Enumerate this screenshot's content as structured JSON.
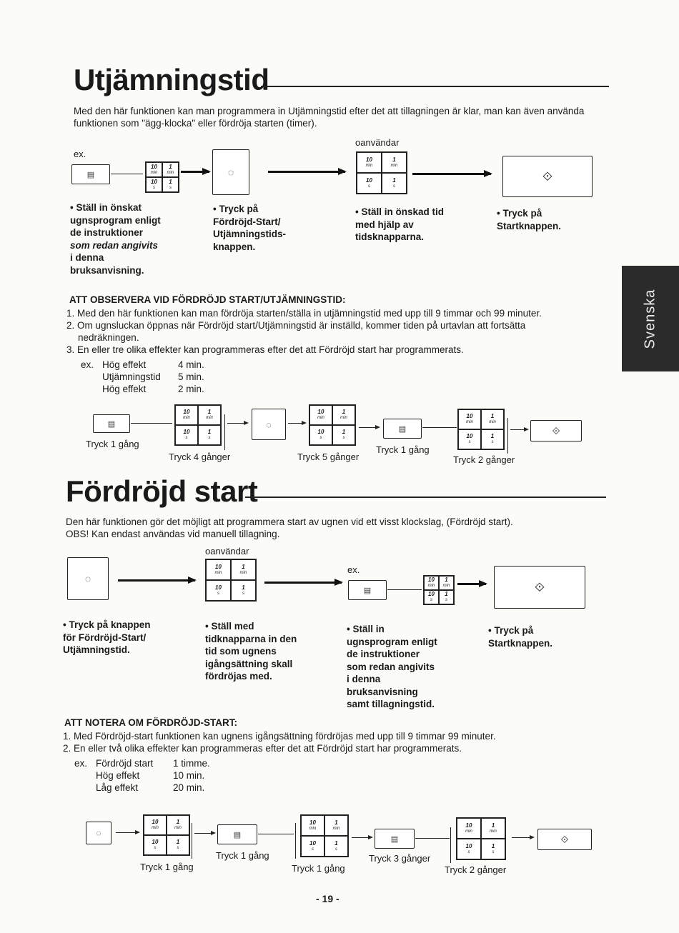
{
  "side_tab": "Svenska",
  "sec1": {
    "title": "Utjämningstid",
    "intro": "Med den här funktionen kan man programmera in Utjämningstid efter det att tillagningen är klar, man kan även använda funktionen som \"ägg-klocka\" eller fördröja starten (timer).",
    "ex_label": "ex.",
    "oanvandar": "oanvändar",
    "steps": [
      [
        "• Ställ in önskat",
        "ugnsprogram enligt",
        "de instruktioner",
        "som redan angivits",
        "i denna",
        "bruksanvisning."
      ],
      [
        "• Tryck på",
        "Fördröjd-Start/",
        "Utjämningstids-",
        "knappen."
      ],
      [
        "• Ställ in önskad tid",
        "med hjälp av",
        "tidsknapparna."
      ],
      [
        "• Tryck på",
        "Startknappen."
      ]
    ],
    "note_title": "ATT OBSERVERA VID FÖRDRÖJD START/UTJÄMNINGSTID:",
    "notes": [
      "1. Med den här funktionen kan man fördröja starten/ställa in utjämningstid med upp till 9 timmar och 99 minuter.",
      "2. Om ugnsluckan öppnas när Fördröjd start/Utjämningstid är inställd, kommer tiden på urtavlan att fortsätta",
      "nedräkningen.",
      "3. En eller tre olika effekter kan programmeras efter det att Fördröjd start har programmerats."
    ],
    "example": {
      "lead": "ex.",
      "rows": [
        [
          "Hög effekt",
          "4 min."
        ],
        [
          "Utjämningstid",
          "5 min."
        ],
        [
          "Hög effekt",
          "2 min."
        ]
      ]
    },
    "captions": [
      "Tryck 1 gång",
      "Tryck 4 gånger",
      "Tryck 5 gånger",
      "Tryck 1 gång",
      "Tryck 2 gånger"
    ]
  },
  "sec2": {
    "title": "Fördröjd start",
    "intro": [
      "Den här funktionen gör det möjligt att programmera start av ugnen vid ett visst klockslag, (Fördröjd start).",
      "OBS! Kan endast användas vid manuell tillagning."
    ],
    "oanvandar": "oanvändar",
    "ex_label": "ex.",
    "steps": [
      [
        "• Tryck på knappen",
        "för Fördröjd-Start/",
        "Utjämningstid."
      ],
      [
        "• Ställ med",
        "tidknapparna in den",
        "tid som ugnens",
        "igångsättning skall",
        "fördröjas med."
      ],
      [
        "• Ställ in",
        "ugnsprogram enligt",
        "de instruktioner",
        "som redan angivits",
        "i denna",
        "bruksanvisning",
        "samt tillagningstid."
      ],
      [
        "• Tryck på",
        "Startknappen."
      ]
    ],
    "note_title": "ATT NOTERA OM FÖRDRÖJD-START:",
    "notes": [
      "1. Med Fördröjd-start funktionen kan ugnens igångsättning fördröjas med upp till 9 timmar 99 minuter.",
      "2. En eller två olika effekter kan programmeras efter det att Fördröjd start har programmerats."
    ],
    "example": {
      "lead": "ex.",
      "rows": [
        [
          "Fördröjd start",
          "1 timme."
        ],
        [
          "Hög effekt",
          "10 min."
        ],
        [
          "Låg effekt",
          "20 min."
        ]
      ]
    },
    "captions": [
      "Tryck 1 gång",
      "Tryck 1 gång",
      "Tryck 1 gång",
      "Tryck 3 gånger",
      "Tryck 2 gånger"
    ]
  },
  "keys": {
    "tl": "10",
    "tl_unit": "min",
    "tr": "1",
    "tr_unit": "min",
    "bl": "10",
    "bl_unit": "s",
    "br": "1",
    "br_unit": "s"
  },
  "icons": {
    "power": "power-level-icon",
    "timer": "timer-icon",
    "start": "start-icon"
  },
  "page_number": "- 19 -"
}
